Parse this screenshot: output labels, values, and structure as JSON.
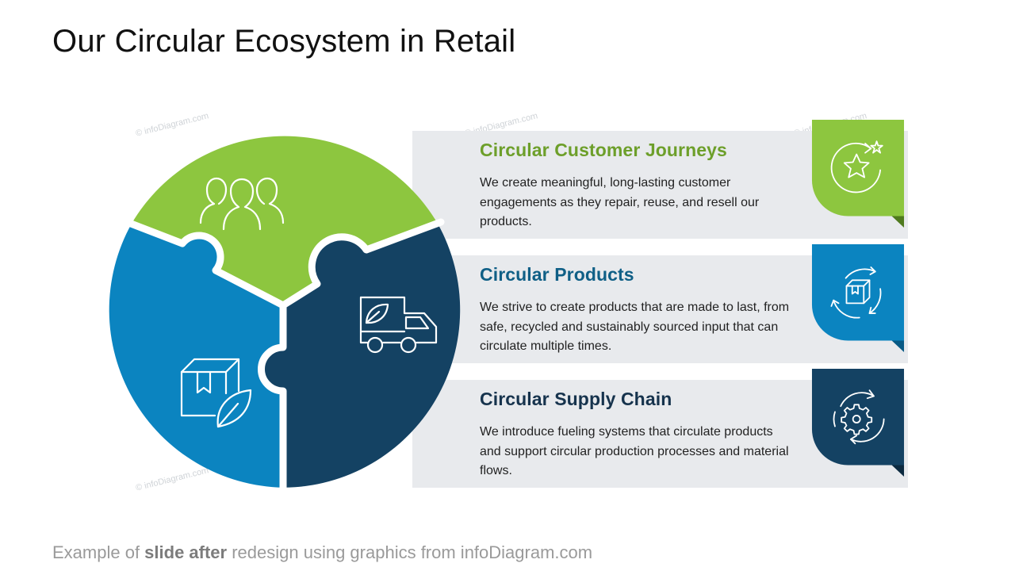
{
  "slide": {
    "title": "Our Circular Ecosystem in Retail"
  },
  "watermarks": [
    "© infoDiagram.com",
    "© infoDiagram.com",
    "© infoDiagram.com",
    "© infoDiagram.com"
  ],
  "colors": {
    "green": "#8dc63f",
    "light_blue": "#0b84c0",
    "dark_blue": "#144263",
    "band": "#e8eaed"
  },
  "puzzle": {
    "pieces": [
      {
        "name": "green",
        "icon": "people-icon"
      },
      {
        "name": "light-blue",
        "icon": "box-leaf-icon"
      },
      {
        "name": "dark-blue",
        "icon": "eco-truck-icon"
      }
    ]
  },
  "items": [
    {
      "title": "Circular Customer Journeys",
      "description": "We create meaningful, long-lasting customer engagements as they repair, reuse, and resell our products.",
      "color": "#6d9f2a",
      "tab_color": "#8dc63f",
      "icon": "star-cycle-icon"
    },
    {
      "title": "Circular Products",
      "description": "We strive to create products that are made to last, from safe, recycled and sustainably sourced input that can circulate multiple times.",
      "color": "#0f5f86",
      "tab_color": "#0b84c0",
      "icon": "box-cycle-icon"
    },
    {
      "title": "Circular Supply Chain",
      "description": "We introduce fueling systems that circulate products and support circular production processes and material flows.",
      "color": "#16334d",
      "tab_color": "#144263",
      "icon": "gear-cycle-icon"
    }
  ],
  "footer": {
    "prefix": "Example of ",
    "bold": "slide after",
    "suffix": " redesign using graphics from infoDiagram.com"
  }
}
